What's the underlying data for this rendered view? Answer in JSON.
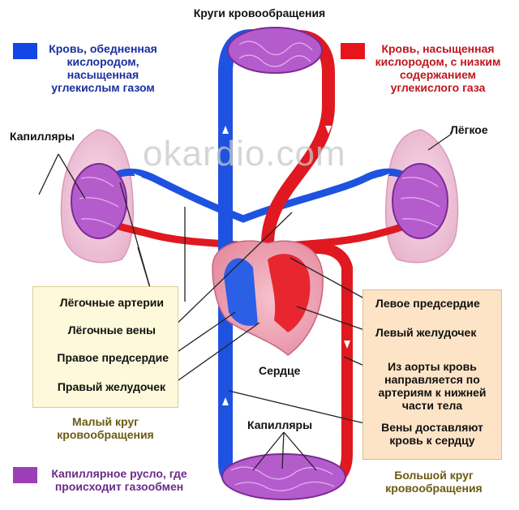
{
  "title": "Круги кровообращения",
  "watermark": "okardio.com",
  "legend": {
    "deoxygenated": {
      "line1": "Кровь, обедненная",
      "line2": "кислородом,",
      "line3": "насыщенная",
      "line4": "углекислым газом",
      "color": "#1446e6"
    },
    "oxygenated": {
      "line1": "Кровь, насыщенная",
      "line2": "кислородом, с низким",
      "line3": "содержанием",
      "line4": "углекислого газа",
      "color": "#e8141c"
    },
    "capillary_bed": {
      "line1": "Капиллярное русло, где",
      "line2": "происходит газообмен",
      "color": "#9b3fb8"
    }
  },
  "labels": {
    "capillaries_top": "Капилляры",
    "lung": "Лёгкое",
    "pulmonary_arteries": "Лёгочные артерии",
    "pulmonary_veins": "Лёгочные вены",
    "right_atrium": "Правое предсердие",
    "right_ventricle": "Правый желудочек",
    "heart": "Сердце",
    "capillaries_bottom": "Капилляры",
    "left_atrium": "Левое предсердие",
    "left_ventricle": "Левый желудочек",
    "aorta_line1": "Из аорты кровь",
    "aorta_line2": "направляется по",
    "aorta_line3": "артериям к нижней",
    "aorta_line4": "части тела",
    "veins_line1": "Вены доставляют",
    "veins_line2": "кровь к сердцу"
  },
  "circles": {
    "small_line1": "Малый круг",
    "small_line2": "кровообращения",
    "large_line1": "Большой круг",
    "large_line2": "кровообращения"
  },
  "colors": {
    "vein": "#1f52e0",
    "artery": "#e01820",
    "capillary": "#9b3fb8",
    "lung": "#f2c8dc",
    "heart": "#f0a8b8"
  }
}
